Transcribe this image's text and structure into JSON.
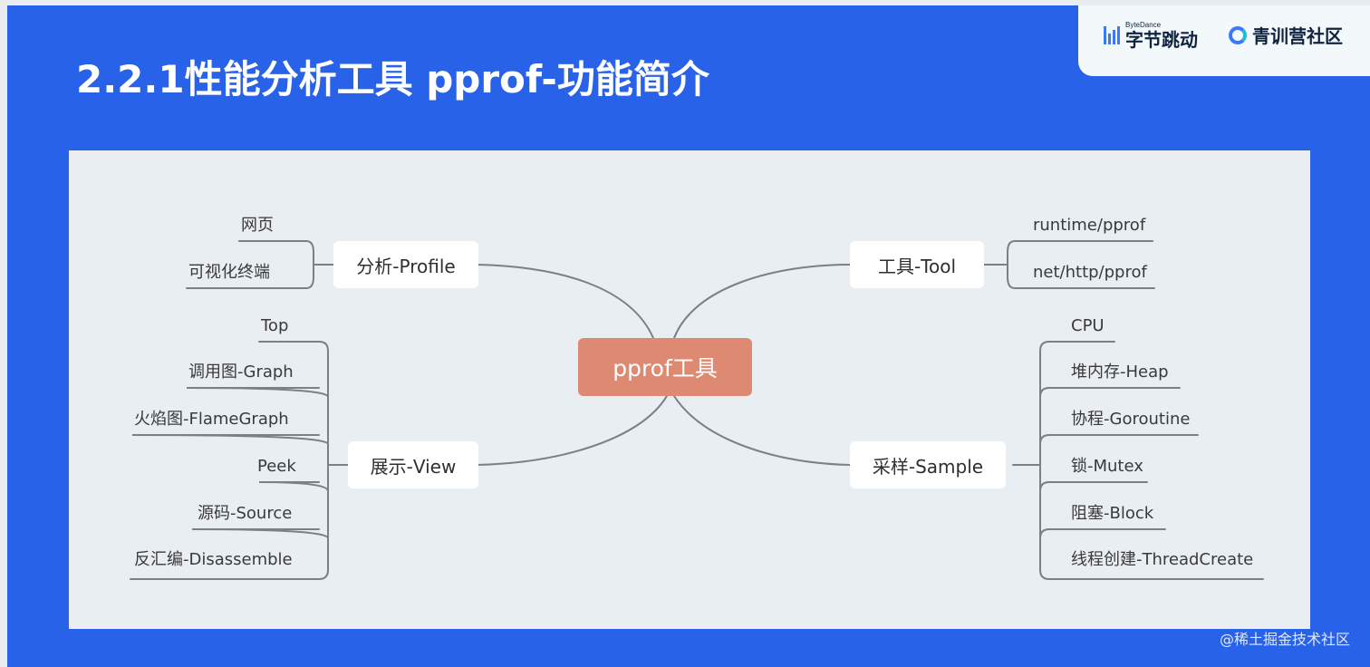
{
  "title": "2.2.1性能分析工具 pprof-功能简介",
  "brand": {
    "bytedance_small": "ByteDance",
    "bytedance_name": "字节跳动",
    "camp_name": "青训营社区"
  },
  "mindmap": {
    "center": "pprof工具",
    "branches": {
      "profile": {
        "label": "分析-Profile",
        "children": [
          "网页",
          "可视化终端"
        ]
      },
      "view": {
        "label": "展示-View",
        "children": [
          "Top",
          "调用图-Graph",
          "火焰图-FlameGraph",
          "Peek",
          "源码-Source",
          "反汇编-Disassemble"
        ]
      },
      "tool": {
        "label": "工具-Tool",
        "children": [
          "runtime/pprof",
          "net/http/pprof"
        ]
      },
      "sample": {
        "label": "采样-Sample",
        "children": [
          "CPU",
          "堆内存-Heap",
          "协程-Goroutine",
          "锁-Mutex",
          "阻塞-Block",
          "线程创建-ThreadCreate"
        ]
      }
    }
  },
  "footer": "@稀土掘金技术社区",
  "colors": {
    "slide_bg": "#2862e8",
    "center_node": "#de8a72",
    "canvas_bg": "#e8eef2",
    "line": "#7b7f86"
  }
}
